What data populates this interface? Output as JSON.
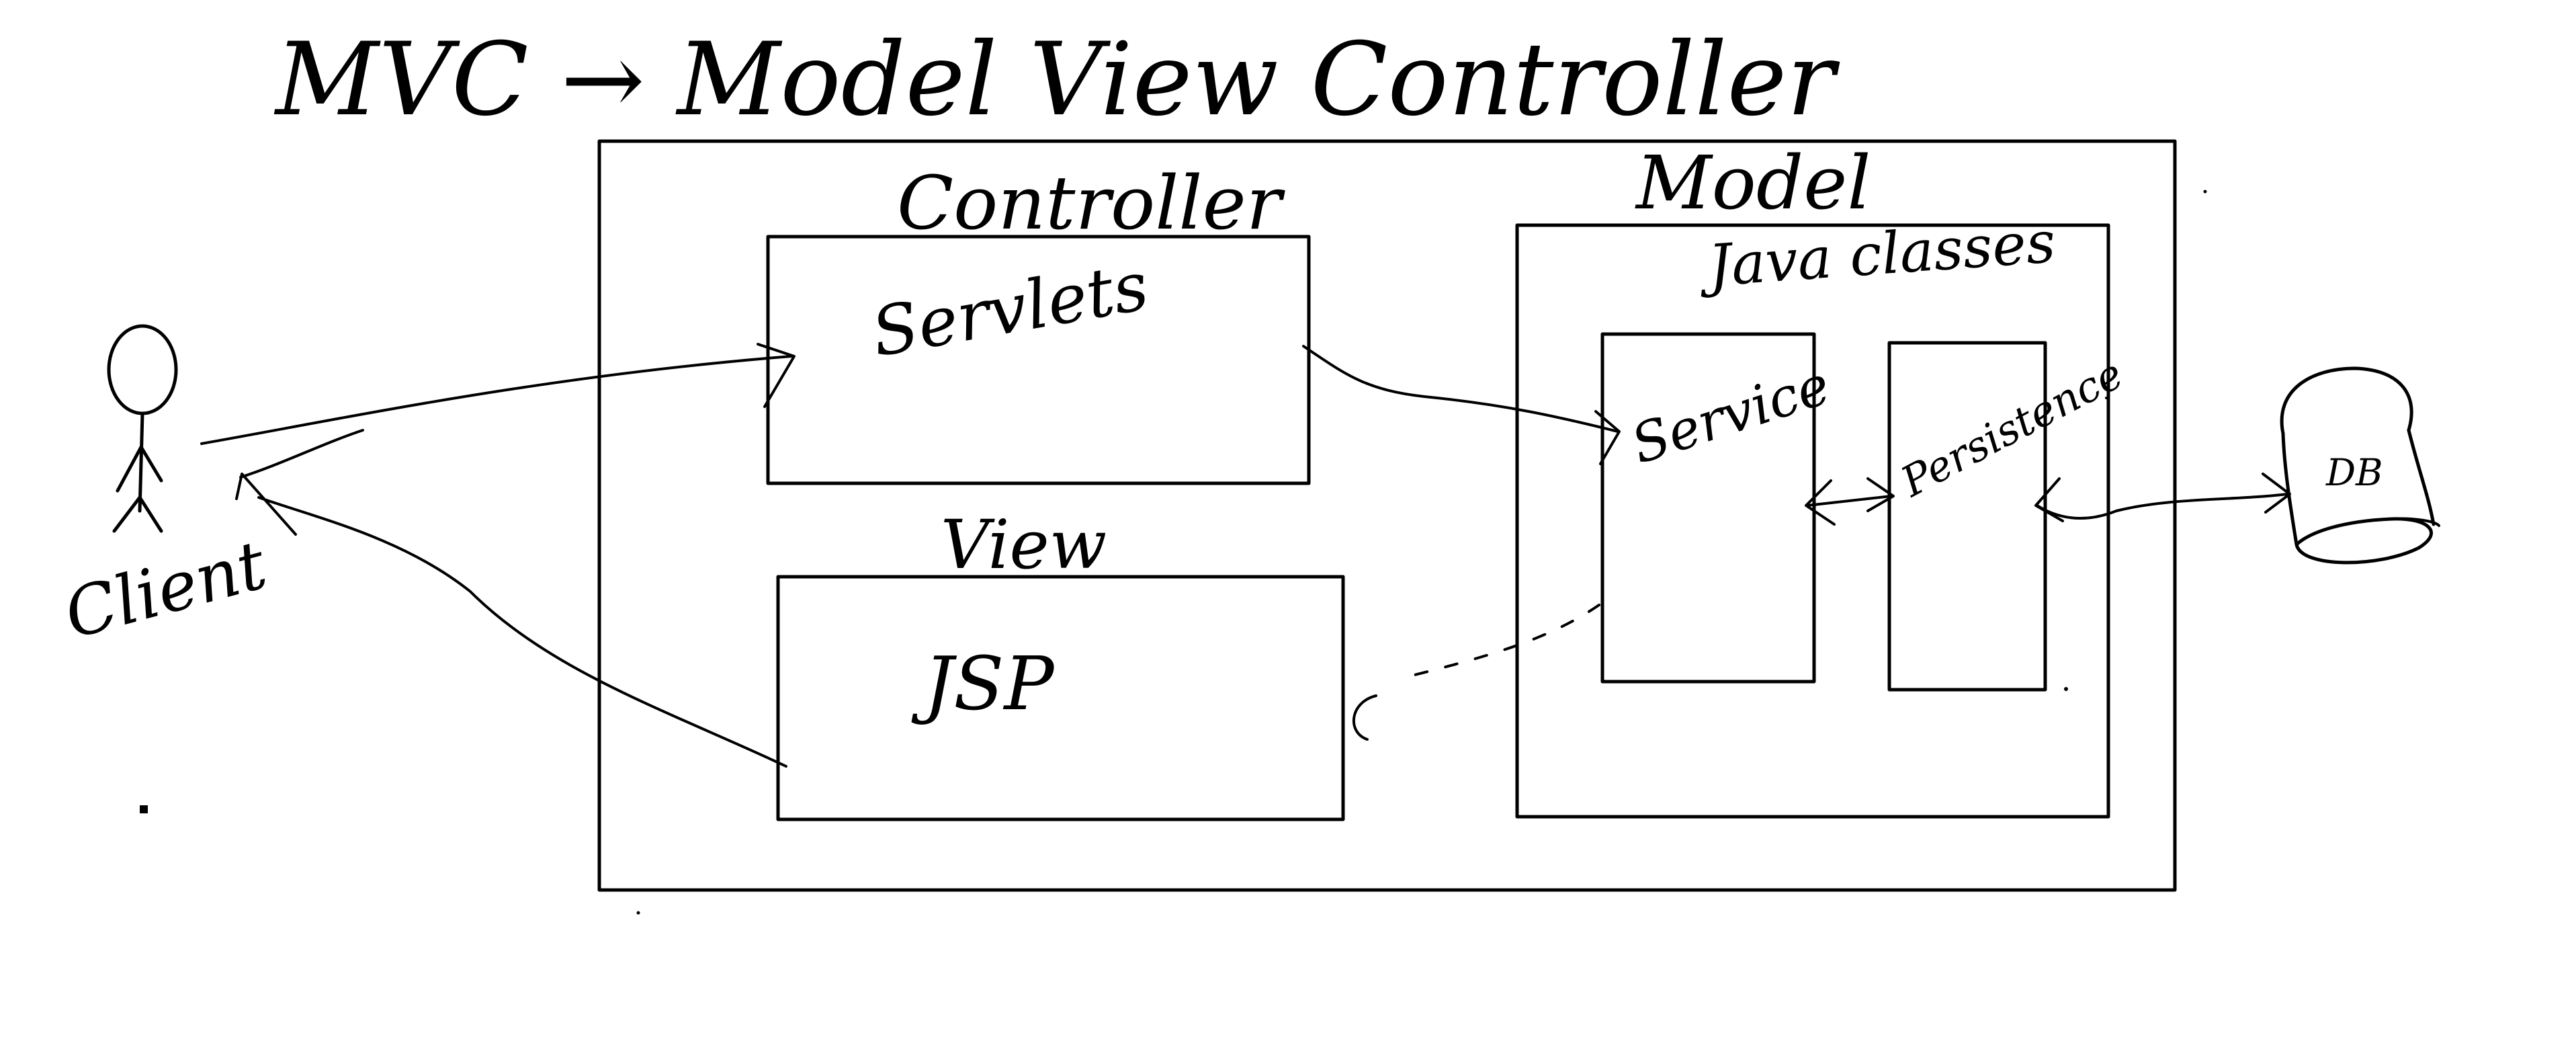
{
  "title": "MVC → Model View Controller",
  "labels": {
    "controller": "Controller",
    "servlets": "Servlets",
    "view": "View",
    "jsp": "JSP",
    "model": "Model",
    "java_classes": "Java classes",
    "service": "Service",
    "persistence": "Persistence",
    "db": "DB",
    "client": "Client"
  },
  "colors": {
    "ink": "#000000",
    "background": "#ffffff"
  }
}
